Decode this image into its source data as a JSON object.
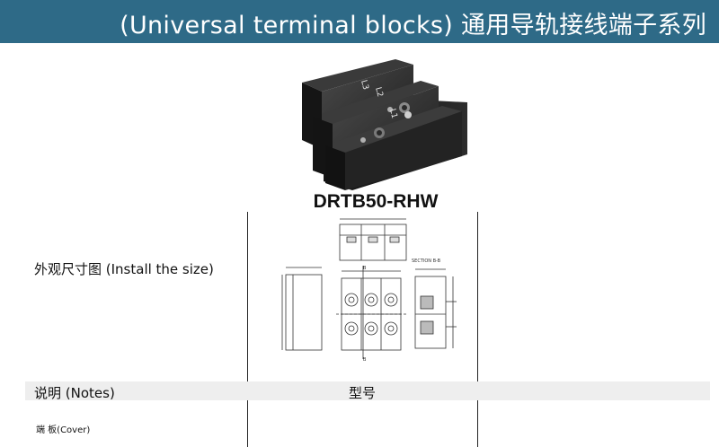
{
  "header": {
    "title": "(Universal terminal blocks) 通用导轨接线端子系列",
    "background": "#2e6a87"
  },
  "product": {
    "model": "DRTB50-RHW",
    "photo_terminal_labels": [
      "L1",
      "L2",
      "L3"
    ]
  },
  "rows": {
    "size_label": "外观尺寸图 (Install the size)",
    "notes_label": "说明 (Notes)",
    "model_column_label": "型号",
    "cover_label": "端  板(Cover)"
  },
  "drawing": {
    "section_label": "SECTION B-B",
    "section_marker": "B"
  }
}
